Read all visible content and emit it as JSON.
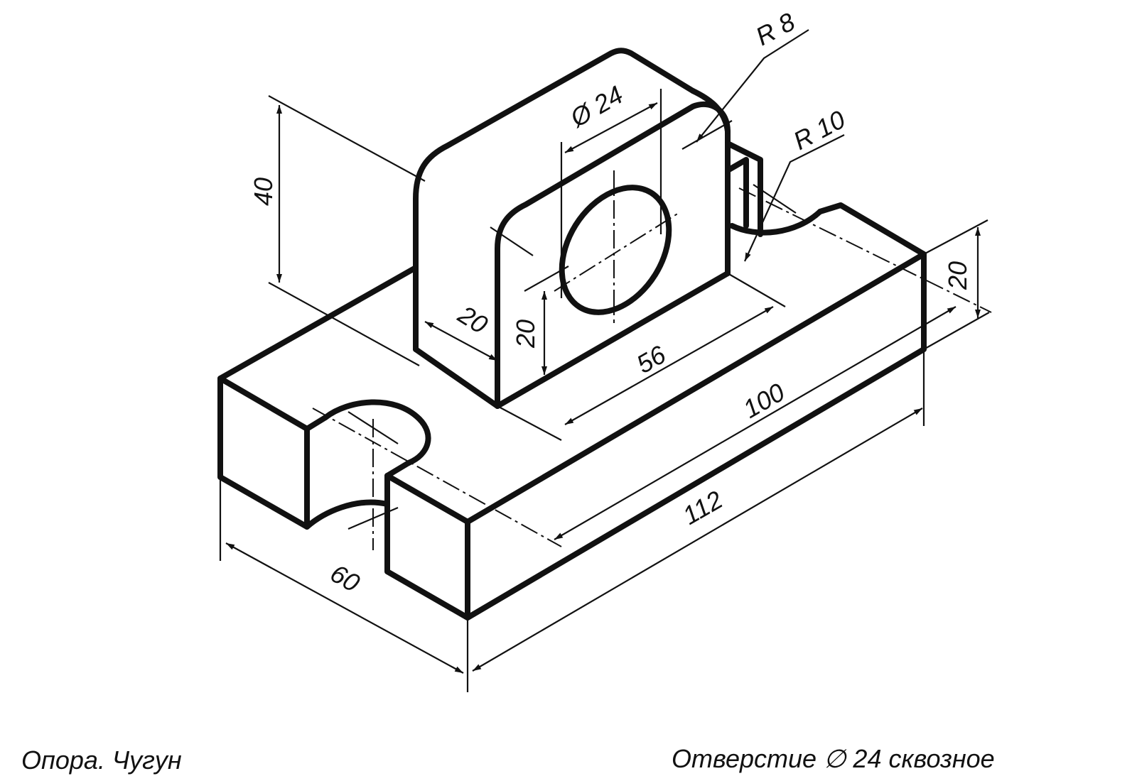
{
  "dimensions": {
    "height_upright": "40",
    "hole_diameter": "Ø 24",
    "fillet_top": "R 8",
    "fillet_slot": "R 10",
    "upright_thickness": "20",
    "hole_center_height": "20",
    "upright_length": "56",
    "base_inner_length": "100",
    "base_total_length": "112",
    "base_height": "20",
    "base_width": "60"
  },
  "captions": {
    "part_name": "Опора. Чугун",
    "hole_note": "Отверстие ∅ 24 сквозное"
  }
}
